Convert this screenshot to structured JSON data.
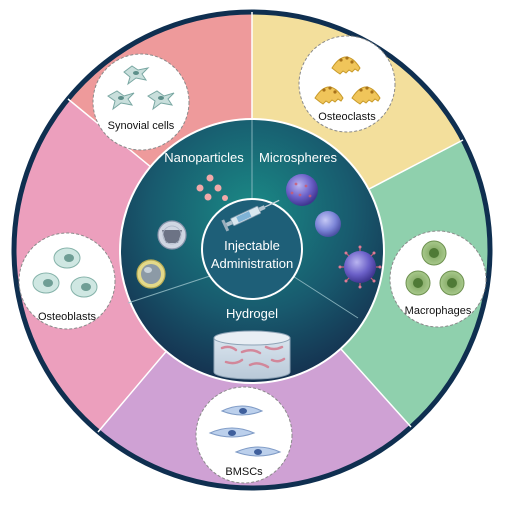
{
  "center": {
    "title_line1": "Injectable",
    "title_line2": "Administration"
  },
  "carriers": {
    "nanoparticles": "Nanoparticles",
    "microspheres": "Microspheres",
    "hydrogel": "Hydrogel"
  },
  "cells": {
    "synovial": "Synovial cells",
    "osteoclasts": "Osteoclasts",
    "osteoblasts": "Osteoblasts",
    "macrophages": "Macrophages",
    "bmscs": "BMSCs"
  },
  "colors": {
    "synovial_sector": "#ee9a9b",
    "osteoclast_sector": "#f3df9c",
    "macrophage_sector": "#8fd0ad",
    "bmsc_sector": "#cfa1d4",
    "osteoblast_sector": "#ec9fbd",
    "core_gradient_top": "#167e7c",
    "core_gradient_bottom": "#142a4a"
  }
}
